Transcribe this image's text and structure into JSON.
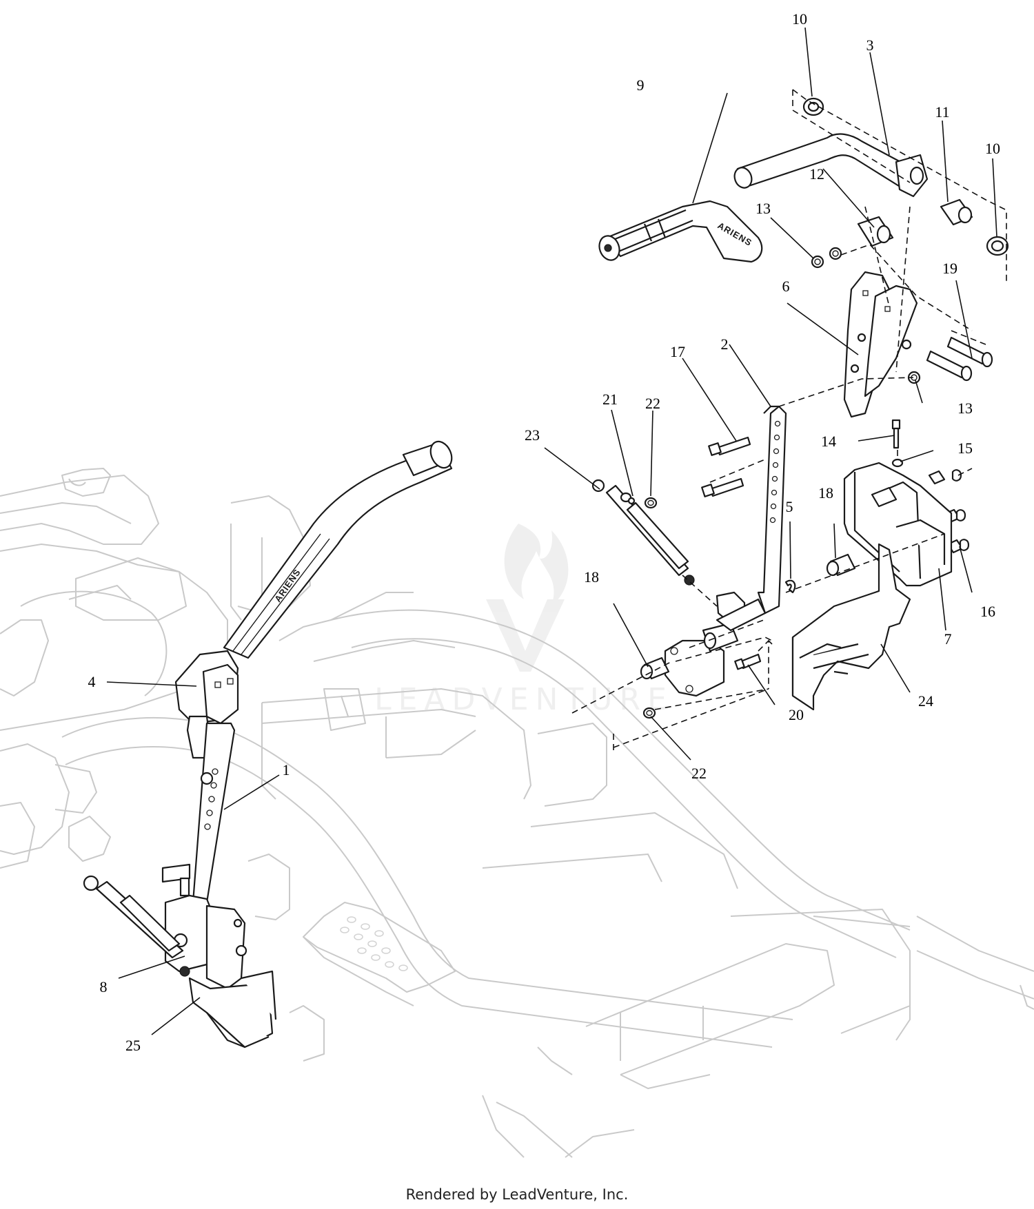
{
  "footer": {
    "credit": "Rendered by LeadVenture, Inc."
  },
  "watermark": {
    "text": "LEADVENTURE"
  },
  "brand_marks": {
    "handle": "ARIENS"
  },
  "callouts": [
    {
      "id": "c1",
      "label": "1"
    },
    {
      "id": "c2",
      "label": "2"
    },
    {
      "id": "c3",
      "label": "3"
    },
    {
      "id": "c4",
      "label": "4"
    },
    {
      "id": "c5",
      "label": "5"
    },
    {
      "id": "c6",
      "label": "6"
    },
    {
      "id": "c7",
      "label": "7"
    },
    {
      "id": "c8",
      "label": "8"
    },
    {
      "id": "c9",
      "label": "9"
    },
    {
      "id": "c10a",
      "label": "10"
    },
    {
      "id": "c10b",
      "label": "10"
    },
    {
      "id": "c11",
      "label": "11"
    },
    {
      "id": "c12",
      "label": "12"
    },
    {
      "id": "c13a",
      "label": "13"
    },
    {
      "id": "c13b",
      "label": "13"
    },
    {
      "id": "c14",
      "label": "14"
    },
    {
      "id": "c15",
      "label": "15"
    },
    {
      "id": "c16",
      "label": "16"
    },
    {
      "id": "c17",
      "label": "17"
    },
    {
      "id": "c18a",
      "label": "18"
    },
    {
      "id": "c18b",
      "label": "18"
    },
    {
      "id": "c19",
      "label": "19"
    },
    {
      "id": "c20",
      "label": "20"
    },
    {
      "id": "c21",
      "label": "21"
    },
    {
      "id": "c22a",
      "label": "22"
    },
    {
      "id": "c22b",
      "label": "22"
    },
    {
      "id": "c23",
      "label": "23"
    },
    {
      "id": "c24",
      "label": "24"
    },
    {
      "id": "c25",
      "label": "25"
    }
  ]
}
